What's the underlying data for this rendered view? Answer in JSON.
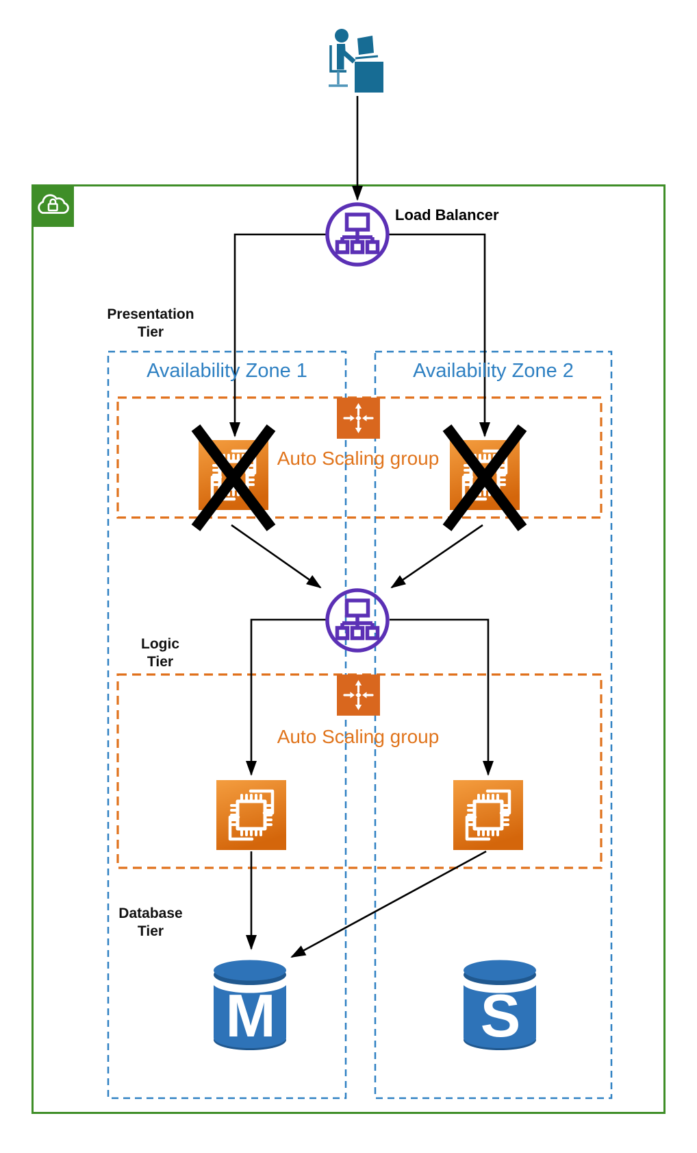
{
  "user": {
    "icon": "person-at-desk-icon"
  },
  "vpc": {
    "icon": "cloud-lock-icon",
    "border_color": "#3F8E28"
  },
  "load_balancer": {
    "label": "Load Balancer",
    "icon": "load-balancer-icon",
    "color": "#5B30B5"
  },
  "tiers": [
    {
      "line1": "Presentation",
      "line2": "Tier"
    },
    {
      "line1": "Logic",
      "line2": "Tier"
    },
    {
      "line1": "Database",
      "line2": "Tier"
    }
  ],
  "availability_zones": [
    {
      "label": "Availability Zone 1",
      "border_color": "#2E80C2"
    },
    {
      "label": "Availability Zone 2",
      "border_color": "#2E80C2"
    }
  ],
  "auto_scaling_groups": [
    {
      "label": "Auto Scaling group",
      "icon": "auto-scaling-icon",
      "color": "#E0711C"
    },
    {
      "label": "Auto Scaling group",
      "icon": "auto-scaling-icon",
      "color": "#E0711C"
    }
  ],
  "instances": {
    "presentation": [
      {
        "icon": "ec2-instance-icon",
        "crossed_out": true
      },
      {
        "icon": "ec2-instance-icon",
        "crossed_out": true
      }
    ],
    "logic": [
      {
        "icon": "ec2-instance-icon",
        "crossed_out": false
      },
      {
        "icon": "ec2-instance-icon",
        "crossed_out": false
      }
    ]
  },
  "databases": [
    {
      "letter": "M",
      "icon": "database-cylinder-icon",
      "color": "#2E73B8"
    },
    {
      "letter": "S",
      "icon": "database-cylinder-icon",
      "color": "#2E73B8"
    }
  ],
  "colors": {
    "green": "#3F8E28",
    "blue": "#2E80C2",
    "orange": "#E0711C",
    "purple": "#5B30B5",
    "db_blue": "#2E73B8",
    "person_blue": "#176C94",
    "line_black": "#000000"
  }
}
